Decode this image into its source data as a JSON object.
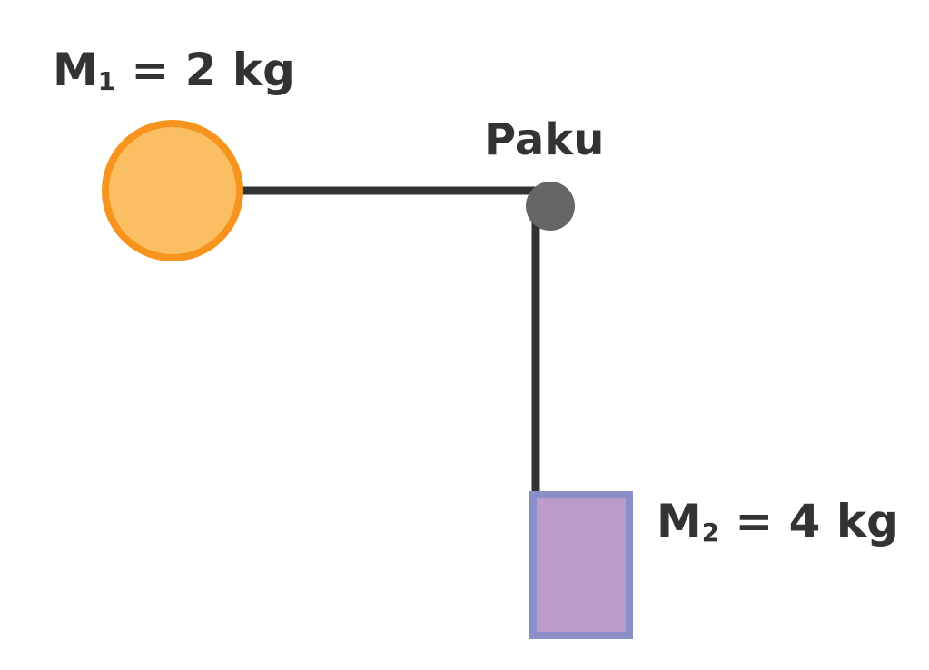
{
  "masses": {
    "m1": {
      "symbol": "M",
      "subscript": "1",
      "rest": " = 2 kg"
    },
    "m2": {
      "symbol": "M",
      "subscript": "2",
      "rest": " = 4 kg"
    }
  },
  "nail": {
    "label": "Paku"
  },
  "colors": {
    "ball_fill": "#fbbf63",
    "ball_stroke": "#f7941d",
    "block_fill": "#bb9bc9",
    "block_stroke": "#8a8fc8",
    "string": "#333333",
    "nail": "#666666",
    "text": "#333333"
  }
}
